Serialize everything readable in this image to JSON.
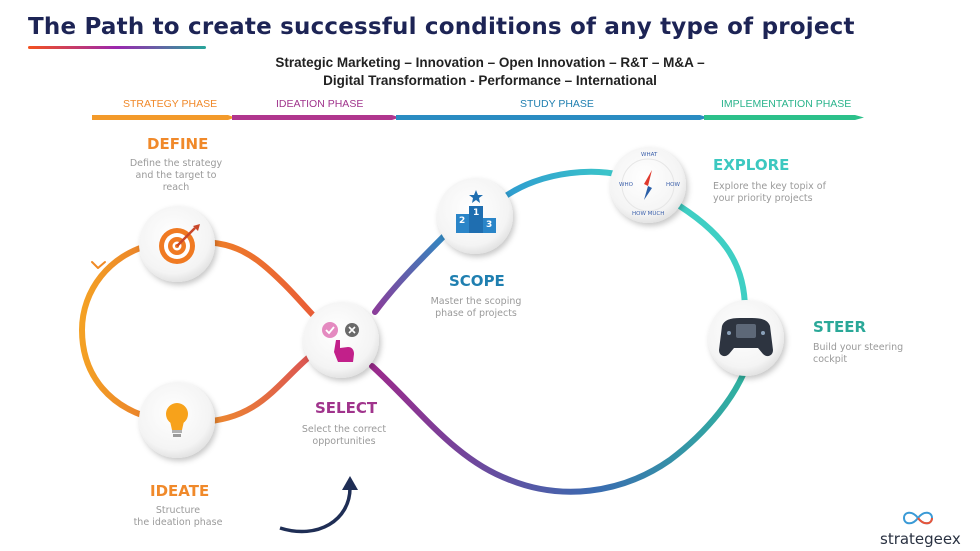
{
  "header": {
    "title": "The Path to create successful conditions of any type of project",
    "subtitle_line1": "Strategic Marketing – Innovation – Open Innovation – R&T – M&A –",
    "subtitle_line2": "Digital Transformation - Performance – International"
  },
  "phases": [
    {
      "label": "STRATEGY PHASE",
      "color": "#f0892a"
    },
    {
      "label": "IDEATION PHASE",
      "color": "#a0348c"
    },
    {
      "label": "STUDY PHASE",
      "color": "#1f7fb0"
    },
    {
      "label": "IMPLEMENTATION PHASE",
      "color": "#2bb48c"
    }
  ],
  "steps": {
    "define": {
      "title": "DEFINE",
      "desc1": "Define the strategy",
      "desc2": "and the target to",
      "desc3": "reach",
      "color": "#f0892a",
      "icon": "target-icon"
    },
    "ideate": {
      "title": "IDEATE",
      "desc1": "Structure",
      "desc2": "the ideation phase",
      "color": "#f0892a",
      "icon": "lightbulb-icon"
    },
    "select": {
      "title": "SELECT",
      "desc1": "Select the correct",
      "desc2": "opportunities",
      "color": "#a0348c",
      "icon": "select-hand-icon"
    },
    "scope": {
      "title": "SCOPE",
      "desc1": "Master the scoping",
      "desc2": "phase of projects",
      "color": "#1f7fb0",
      "icon": "podium-icon"
    },
    "explore": {
      "title": "EXPLORE",
      "desc1": "Explore the key topix of",
      "desc2": "your priority projects",
      "color": "#3cc8c0",
      "icon": "compass-icon"
    },
    "steer": {
      "title": "STEER",
      "desc1": "Build your steering",
      "desc2": "cockpit",
      "color": "#2aa898",
      "icon": "steering-wheel-icon"
    }
  },
  "compass": {
    "top": "WHAT",
    "left": "WHO",
    "right": "HOW",
    "bottom": "HOW MUCH"
  },
  "podium_numbers": {
    "first": "1",
    "second": "2",
    "third": "3"
  },
  "brand": {
    "name": "strategeex",
    "icon": "infinity-logo-icon"
  }
}
